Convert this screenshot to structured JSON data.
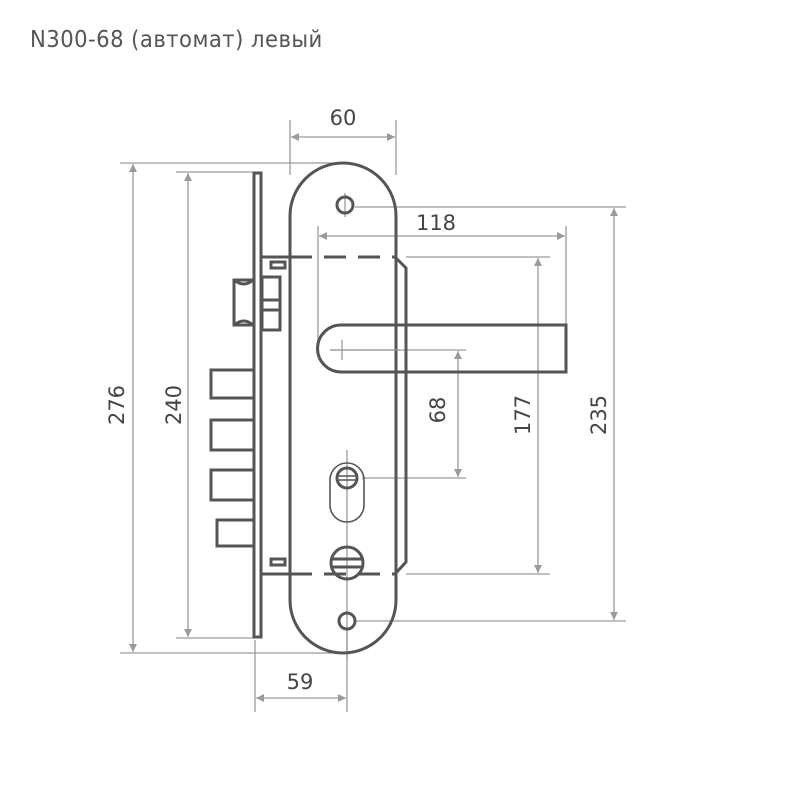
{
  "title": "N300-68 (автомат) левый",
  "dimensions": {
    "escutcheon_width": "60",
    "handle_length": "118",
    "handle_to_cylinder": "68",
    "lock_case_height": "177",
    "hole_spacing": "235",
    "escutcheon_height": "276",
    "faceplate_height": "240",
    "backset": "59"
  },
  "colors": {
    "line": "#555555",
    "dimension": "#9a9a9a"
  }
}
